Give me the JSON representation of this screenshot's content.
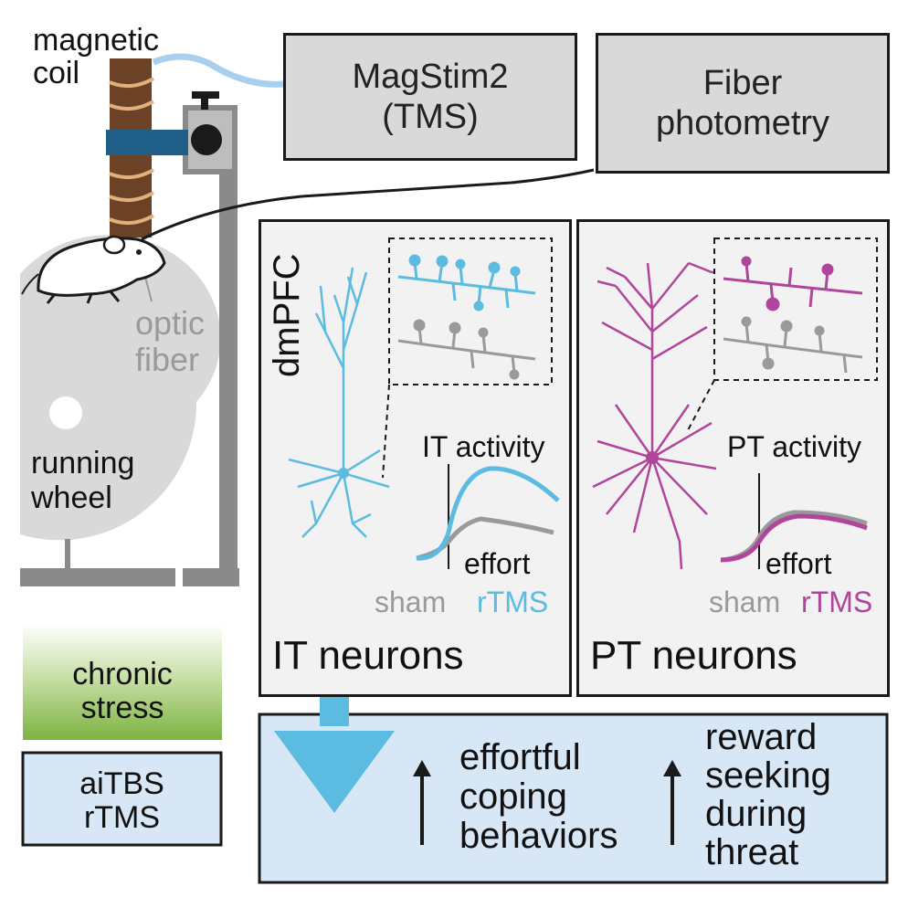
{
  "setup": {
    "magnetic_coil_label": "magnetic\ncoil",
    "optic_fiber_label": "optic\nfiber",
    "running_wheel_label": "running\nwheel"
  },
  "devices": {
    "magstim_label": "MagStim2\n(TMS)",
    "photometry_label": "Fiber\nphotometry"
  },
  "conditions": {
    "stress_label": "chronic\nstress",
    "treatment_label": "aiTBS\nrTMS"
  },
  "region_label": "dmPFC",
  "panels": {
    "it": {
      "title": "IT neurons",
      "activity_label": "IT activity",
      "effort_label": "effort",
      "sham_label": "sham",
      "rtms_label": "rTMS",
      "color": "#5bbbe0"
    },
    "pt": {
      "title": "PT neurons",
      "activity_label": "PT activity",
      "effort_label": "effort",
      "sham_label": "sham",
      "rtms_label": "rTMS",
      "color": "#b0459b"
    }
  },
  "outcomes": {
    "effect_1": "effortful\ncoping\nbehaviors",
    "effect_2": "reward\nseeking\nduring\nthreat"
  },
  "colors": {
    "sham_gray": "#9a9a9a",
    "it_cyan": "#5bbbe0",
    "pt_magenta": "#b0459b",
    "outcome_bg": "#d8e7f5",
    "stress_green": "#7cb342"
  }
}
